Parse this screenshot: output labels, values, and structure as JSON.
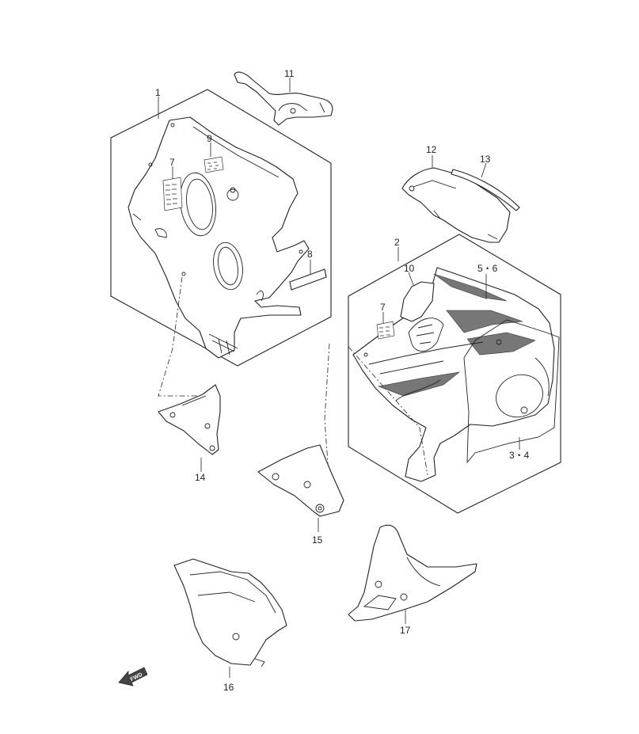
{
  "diagram": {
    "parts": [
      {
        "id": "callout-1",
        "text": "1"
      },
      {
        "id": "callout-2",
        "text": "2"
      },
      {
        "id": "callout-3-4",
        "text": "3・4"
      },
      {
        "id": "callout-5-6",
        "text": "5・6"
      },
      {
        "id": "callout-7a",
        "text": "7"
      },
      {
        "id": "callout-7b",
        "text": "7"
      },
      {
        "id": "callout-8",
        "text": "8"
      },
      {
        "id": "callout-9",
        "text": "9"
      },
      {
        "id": "callout-10",
        "text": "10"
      },
      {
        "id": "callout-11",
        "text": "11"
      },
      {
        "id": "callout-12",
        "text": "12"
      },
      {
        "id": "callout-13",
        "text": "13"
      },
      {
        "id": "callout-14",
        "text": "14"
      },
      {
        "id": "callout-15",
        "text": "15"
      },
      {
        "id": "callout-16",
        "text": "16"
      },
      {
        "id": "callout-17",
        "text": "17"
      }
    ],
    "fwd_label": "FWD"
  }
}
